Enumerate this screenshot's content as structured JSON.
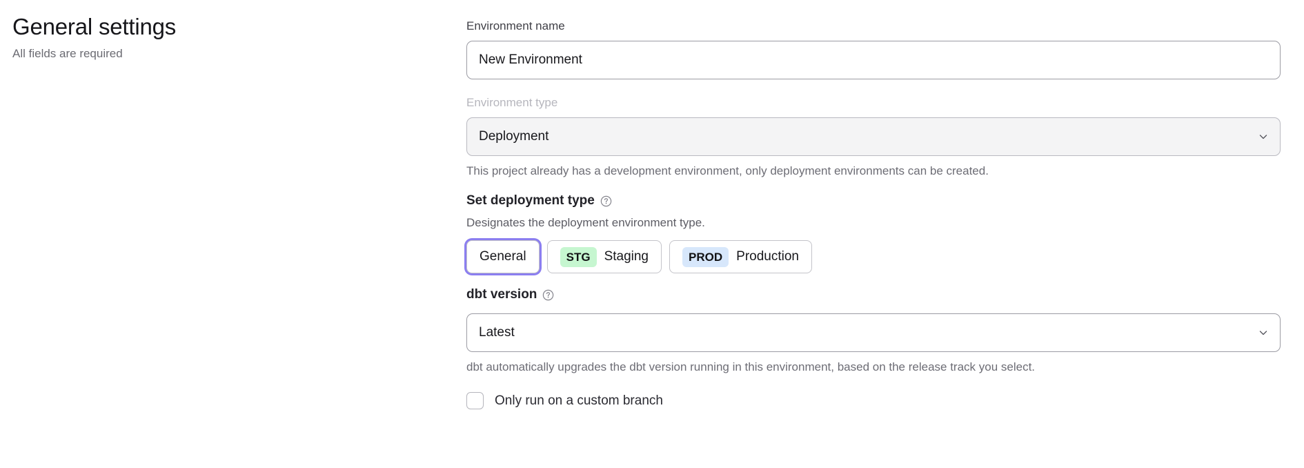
{
  "left": {
    "title": "General settings",
    "subtitle": "All fields are required"
  },
  "environment_name": {
    "label": "Environment name",
    "value": "New Environment",
    "placeholder": "Environment name"
  },
  "environment_type": {
    "label": "Environment type",
    "value": "Deployment",
    "disabled": true,
    "chevron_icon": "chevron-down-icon",
    "helper": "This project already has a development environment, only deployment environments can be created."
  },
  "deployment_type": {
    "heading": "Set deployment type",
    "help_icon": "help-circle-icon",
    "description": "Designates the deployment environment type.",
    "options": [
      {
        "label": "General",
        "badge": null,
        "badge_color": null,
        "selected": true
      },
      {
        "label": "Staging",
        "badge": "STG",
        "badge_color": "#c6f6d0",
        "selected": false
      },
      {
        "label": "Production",
        "badge": "PROD",
        "badge_color": "#d7e7fb",
        "selected": false
      }
    ],
    "focus_ring_color": "#8b7ef0"
  },
  "dbt_version": {
    "label": "dbt version",
    "help_icon": "help-circle-icon",
    "value": "Latest",
    "chevron_icon": "chevron-down-icon",
    "helper": "dbt automatically upgrades the dbt version running in this environment, based on the release track you select."
  },
  "custom_branch": {
    "label": "Only run on a custom branch",
    "checked": false
  }
}
